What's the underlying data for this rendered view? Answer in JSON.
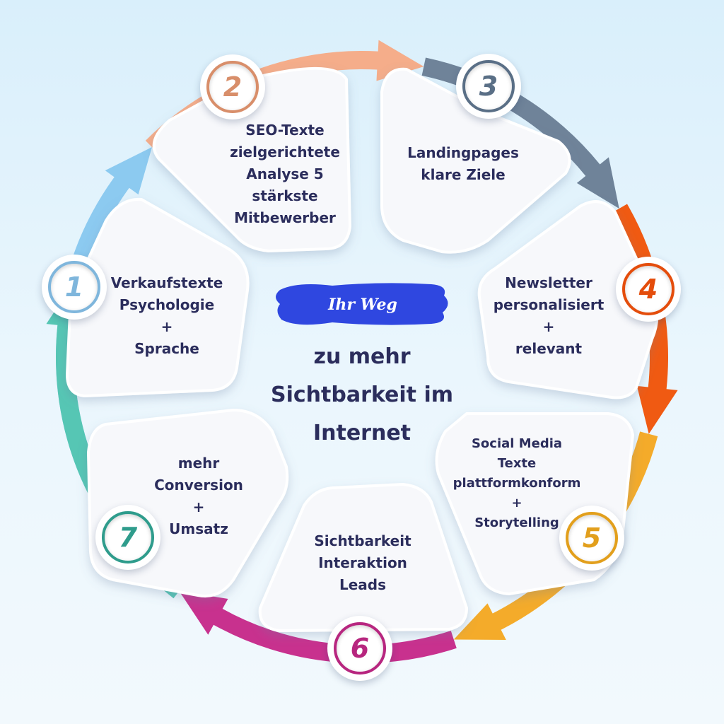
{
  "center": {
    "tag": "Ihr Weg",
    "title_lines": [
      "zu mehr",
      "Sichtbarkeit im",
      "Internet"
    ]
  },
  "segments": [
    {
      "number": "1",
      "color": "#7fb6dc",
      "lines": [
        "Verkaufstexte",
        "Psychologie",
        "+",
        "Sprache"
      ]
    },
    {
      "number": "2",
      "color": "#d88e6a",
      "lines": [
        "SEO-Texte",
        "zielgerichtete",
        "Analyse 5",
        "stärkste",
        "Mitbewerber"
      ]
    },
    {
      "number": "3",
      "color": "#5a6f86",
      "lines": [
        "Landingpages",
        "klare Ziele"
      ]
    },
    {
      "number": "4",
      "color": "#e44d0c",
      "lines": [
        "Newsletter",
        "personalisiert",
        "+",
        "relevant"
      ]
    },
    {
      "number": "5",
      "color": "#e29f1c",
      "lines": [
        "Social Media",
        "Texte",
        "plattformkonform",
        "+",
        "Storytelling"
      ]
    },
    {
      "number": "6",
      "color": "#b7267f",
      "lines": [
        "Sichtbarkeit",
        "Interaktion",
        "Leads"
      ]
    },
    {
      "number": "7",
      "color": "#2f9c8c",
      "lines": [
        "mehr",
        "Conversion",
        "+",
        "Umsatz"
      ]
    }
  ],
  "arrow_colors": [
    "#8ccaf0",
    "#f5ad8a",
    "#6f8399",
    "#f05a12",
    "#f4ab2a",
    "#c8318e",
    "#56c6b4"
  ],
  "tag_color": "#2f47e0"
}
